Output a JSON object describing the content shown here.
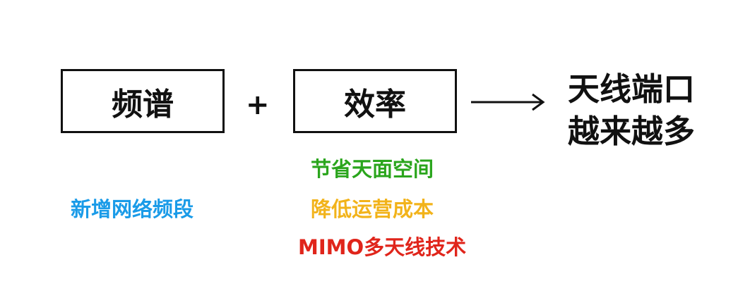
{
  "boxes": {
    "spectrum": "频谱",
    "efficiency": "效率"
  },
  "operator": "+",
  "result": {
    "line1": "天线端口",
    "line2": "越来越多"
  },
  "labels": {
    "spectrum": [
      {
        "text": "新增网络频段",
        "color": "#1a9be8"
      }
    ],
    "efficiency": [
      {
        "text": "节省天面空间",
        "color": "#2aa51c"
      },
      {
        "text": "降低运营成本",
        "color": "#f2b31a"
      },
      {
        "text": "MIMO多天线技术",
        "color": "#e0251b"
      }
    ]
  }
}
